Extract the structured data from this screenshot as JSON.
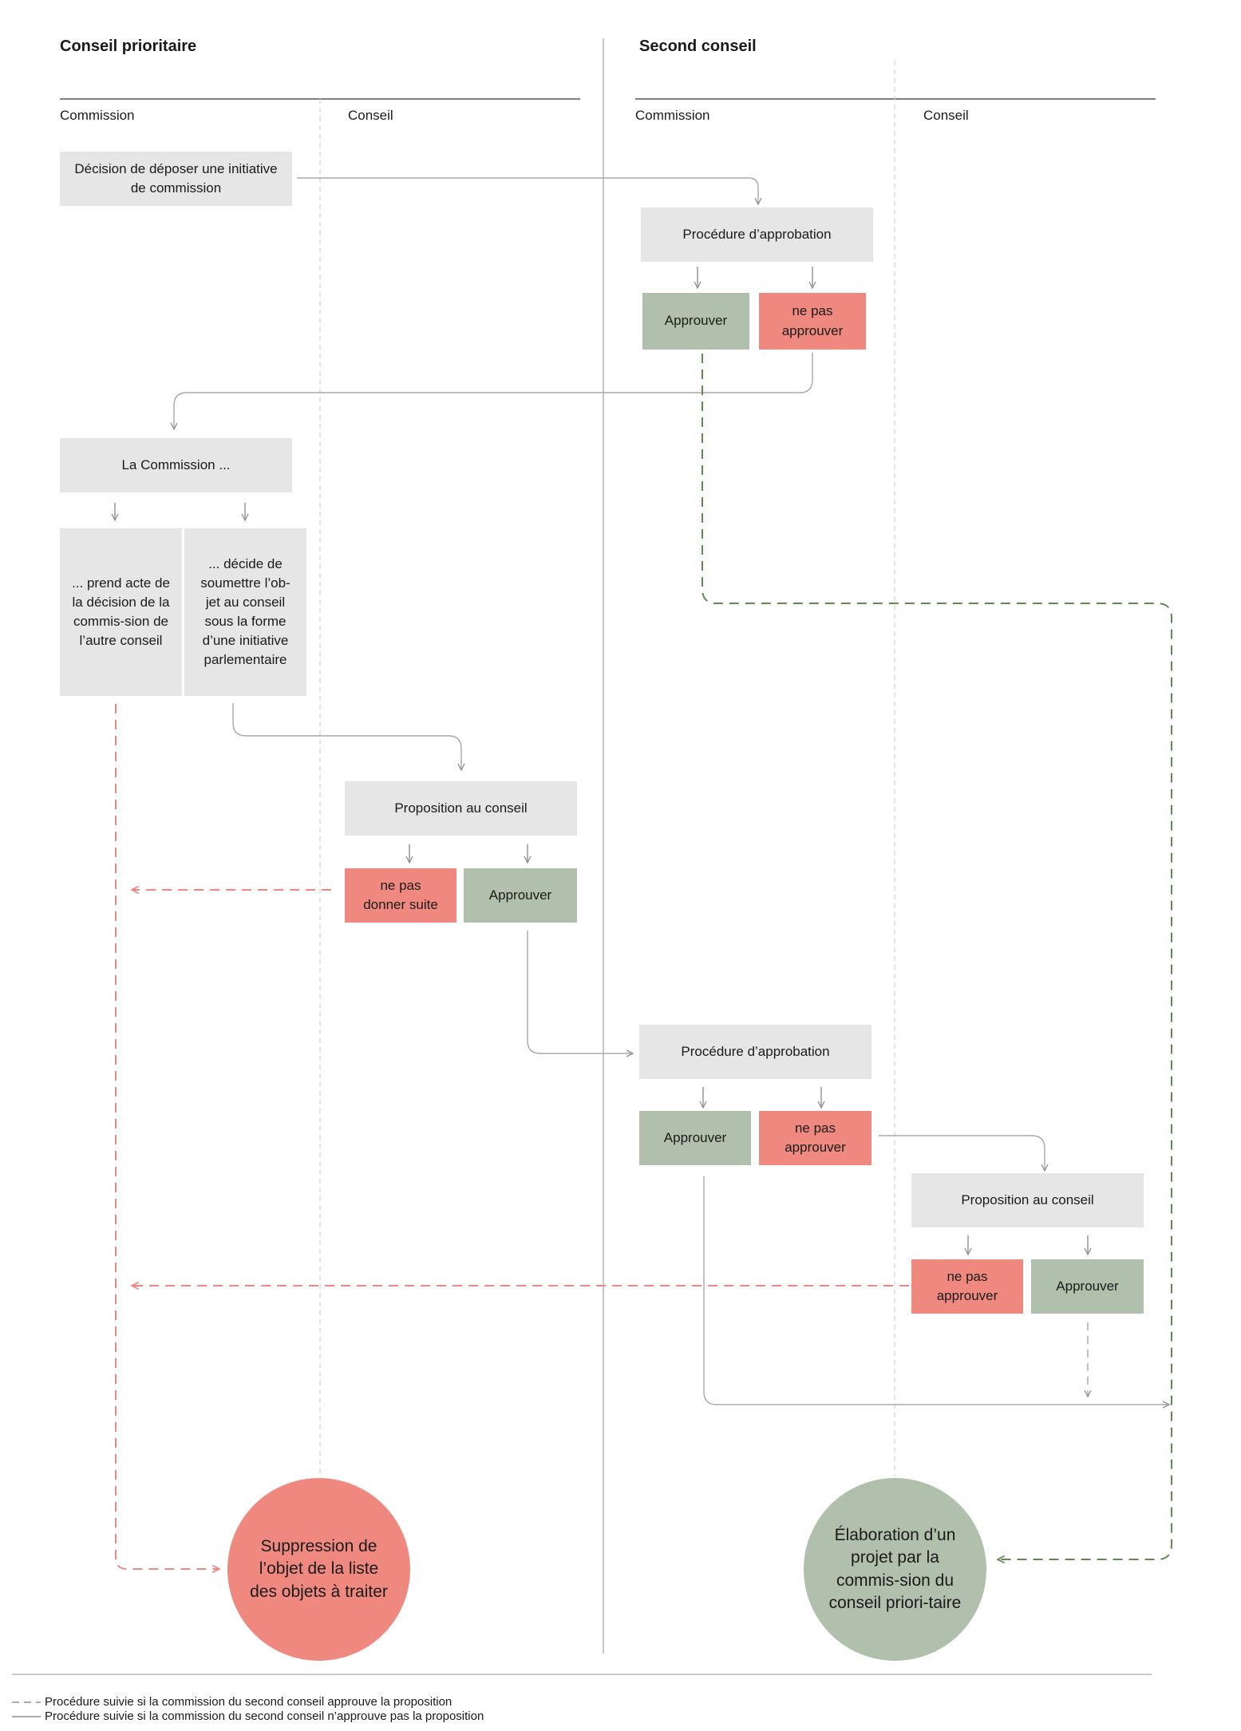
{
  "headings": {
    "left": "Conseil prioritaire",
    "right": "Second conseil"
  },
  "columns": {
    "left_commission": "Commission",
    "left_conseil": "Conseil",
    "right_commission": "Commission",
    "right_conseil": "Conseil"
  },
  "boxes": {
    "decision": "Décision de déposer une initiative de commission",
    "approval_1": "Procédure d’approbation",
    "approve_1": "Approuver",
    "not_approve_1": "ne pas approuver",
    "commission": "La Commission ...",
    "prend_acte": "... prend acte de la décision de la commis-sion de l’autre conseil",
    "decide": "... décide de soumettre l’ob-jet au conseil sous la forme d’une initiative parlementaire",
    "proposition_1": "Proposition au conseil",
    "ne_pas_donner_suite": "ne pas donner suite",
    "approve_2": "Approuver",
    "approval_2": "Procédure d’approbation",
    "approve_3": "Approuver",
    "not_approve_3": "ne pas approuver",
    "proposition_2": "Proposition au conseil",
    "not_approve_4": "ne pas approuver",
    "approve_4": "Approuver"
  },
  "outcomes": {
    "suppression": "Suppression de l’objet de la liste des objets à traiter",
    "elaboration": "Élaboration d’un projet par la commis-sion du conseil priori-taire"
  },
  "legend": {
    "dashed": "Procédure suivie si la commission du second conseil approuve la proposition",
    "solid": "Procédure suivie si la commission du second conseil n’approuve pas la proposition"
  },
  "colors": {
    "grey_box": "#e6e6e6",
    "green_box": "#b0c0ad",
    "red_box": "#ef8980",
    "green_dash": "#5e8a4e",
    "red_dash": "#ef8980",
    "connector": "#a8a8a8"
  }
}
